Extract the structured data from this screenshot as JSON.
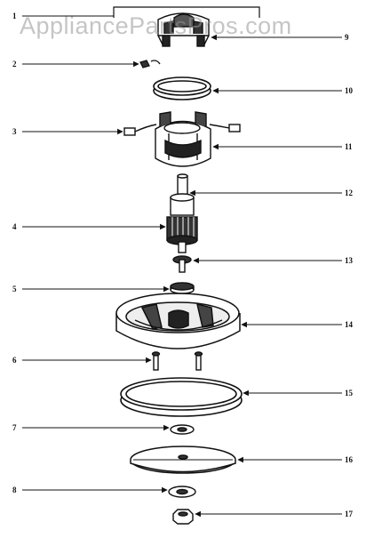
{
  "watermark": "AppliancePartsPros.com",
  "left_callouts": [
    "1",
    "2",
    "3",
    "4",
    "5",
    "6",
    "7",
    "8"
  ],
  "right_callouts": [
    "9",
    "10",
    "11",
    "12",
    "13",
    "14",
    "15",
    "16",
    "17"
  ],
  "colors": {
    "ink": "#111111",
    "paper": "#ffffff",
    "watermark": "#969696"
  }
}
